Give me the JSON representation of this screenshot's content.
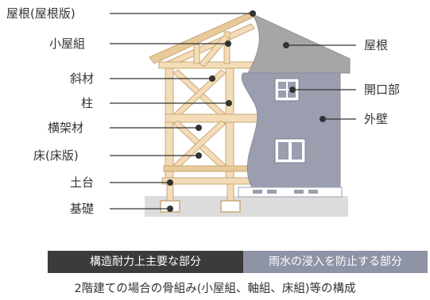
{
  "labels_left": [
    "屋根(屋根版)",
    "小屋組",
    "斜材",
    "柱",
    "横架材",
    "床(床版)",
    "土台",
    "基礎"
  ],
  "labels_right": [
    "屋根",
    "開口部",
    "外壁"
  ],
  "legend": {
    "structural": "構造耐力上主要な部分",
    "waterproof": "雨水の浸入を防止する部分"
  },
  "caption": "2階建ての場合の骨組み(小屋組、軸組、床組)等の構成",
  "colors": {
    "structural": "#3d3a3a",
    "waterproof": "#8e93a6",
    "wood": "#f3dcb7",
    "exterior_wall": "#9a9eaf",
    "roof": "#a6a6a6",
    "ground": "#dcdcdc"
  }
}
